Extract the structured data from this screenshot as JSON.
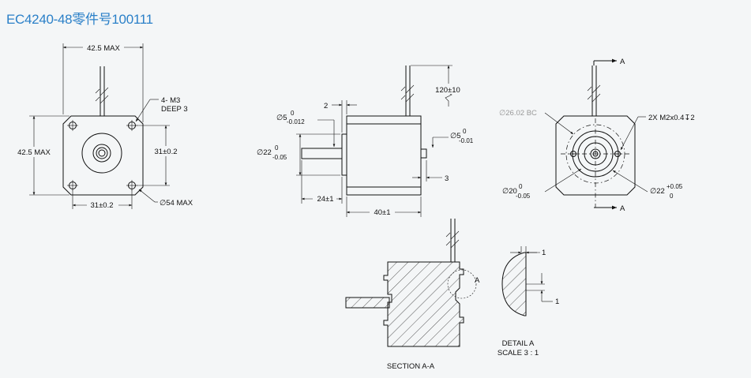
{
  "title": "EC4240-48零件号100111",
  "front_view": {
    "width_label": "42.5 MAX",
    "height_label": "42.5 MAX",
    "hole_label_1": "4- M3",
    "hole_label_2": "DEEP 3",
    "hole_spacing_v": "31±0.2",
    "hole_spacing_h": "31±0.2",
    "diag_label": "∅54 MAX"
  },
  "side_view": {
    "gap_label": "2",
    "shaft_dia_main": "∅5",
    "shaft_dia_up": "0",
    "shaft_dia_down": "-0.012",
    "boss_dia_main": "∅22",
    "boss_dia_up": "0",
    "boss_dia_down": "-0.05",
    "lead_len_label": "120±10",
    "rear_shaft_main": "∅5",
    "rear_shaft_up": "0",
    "rear_shaft_down": "-0.01",
    "rear_len_label": "3",
    "shaft_len_label": "24±1",
    "body_len_label": "40±1"
  },
  "rear_view": {
    "section_label_top": "A",
    "section_label_bottom": "A",
    "bc_label": "∅26.02 BC",
    "tap_label": "2X M2x0.4↧2",
    "left_dia_main": "∅20",
    "left_dia_up": "0",
    "left_dia_down": "-0.05",
    "right_dia_main": "∅22",
    "right_dia_up": "+0.05",
    "right_dia_down": "0"
  },
  "section": {
    "caption": "SECTION A-A",
    "detail_marker": "A"
  },
  "detail": {
    "caption_1": "DETAIL A",
    "caption_2": "SCALE 3 : 1",
    "dim_top": "1",
    "dim_bottom": "1"
  }
}
